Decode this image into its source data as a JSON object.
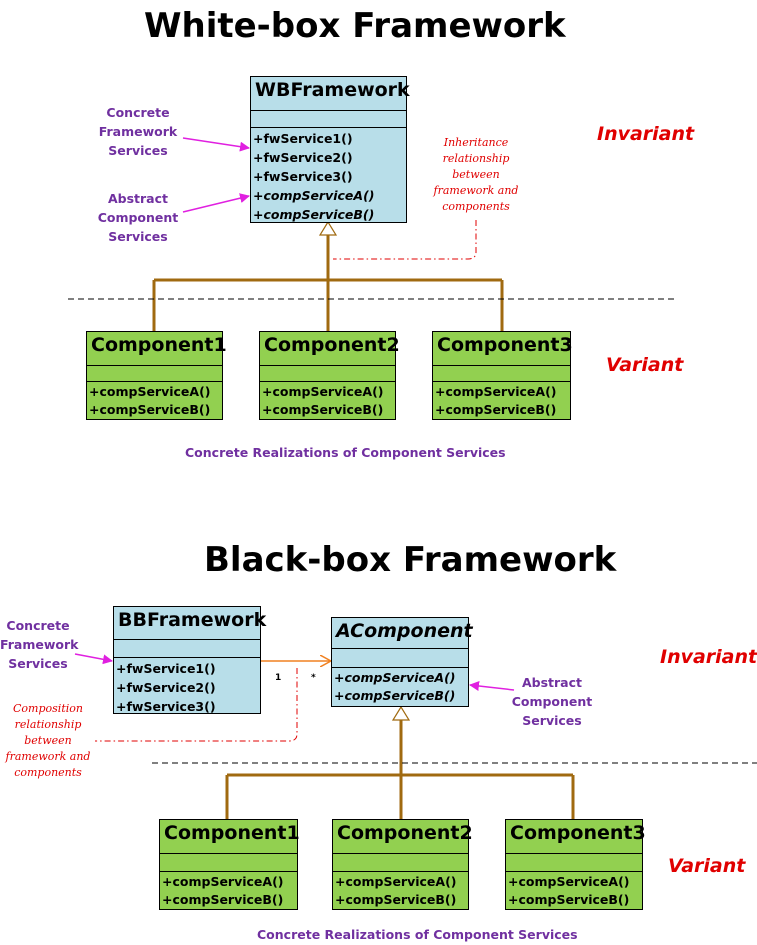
{
  "whitebox": {
    "title": "White-box Framework",
    "framework": {
      "name": "WBFramework",
      "ops": [
        "+fwService1()",
        "+fwService2()",
        "+fwService3()",
        "+compServiceA()",
        "+compServiceB()"
      ]
    },
    "concrete_label": [
      "Concrete",
      "Framework",
      "Services"
    ],
    "abstract_label": [
      "Abstract",
      "Component",
      "Services"
    ],
    "note": [
      "Inheritance",
      "relationship",
      "between",
      "framework and",
      "components"
    ],
    "invariant": "Invariant",
    "variant": "Variant",
    "components": [
      {
        "name": "Component1",
        "ops": [
          "+compServiceA()",
          "+compServiceB()"
        ]
      },
      {
        "name": "Component2",
        "ops": [
          "+compServiceA()",
          "+compServiceB()"
        ]
      },
      {
        "name": "Component3",
        "ops": [
          "+compServiceA()",
          "+compServiceB()"
        ]
      }
    ],
    "caption": "Concrete Realizations of Component Services"
  },
  "blackbox": {
    "title": "Black-box Framework",
    "framework": {
      "name": "BBFramework",
      "ops": [
        "+fwService1()",
        "+fwService2()",
        "+fwService3()"
      ]
    },
    "acomponent": {
      "name": "AComponent",
      "ops": [
        "+compServiceA()",
        "+compServiceB()"
      ]
    },
    "concrete_label": [
      "Concrete",
      "Framework",
      "Services"
    ],
    "abstract_label": [
      "Abstract",
      "Component",
      "Services"
    ],
    "note": [
      "Composition",
      "relationship",
      "between",
      "framework and",
      "components"
    ],
    "mult_left": "1",
    "mult_right": "*",
    "invariant": "Invariant",
    "variant": "Variant",
    "components": [
      {
        "name": "Component1",
        "ops": [
          "+compServiceA()",
          "+compServiceB()"
        ]
      },
      {
        "name": "Component2",
        "ops": [
          "+compServiceA()",
          "+compServiceB()"
        ]
      },
      {
        "name": "Component3",
        "ops": [
          "+compServiceA()",
          "+compServiceB()"
        ]
      }
    ],
    "caption": "Concrete Realizations of Component Services"
  },
  "colors": {
    "framework_fill": "#b8dee9",
    "component_fill": "#92d050",
    "connector": "#a06a10",
    "label_purple": "#7030a0",
    "arrow_magenta": "#e020e0",
    "note_red": "#e00000"
  }
}
